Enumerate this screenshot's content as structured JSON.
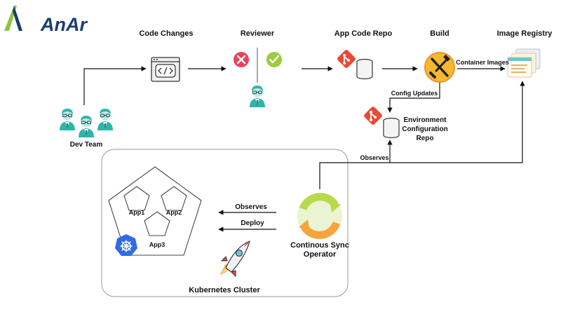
{
  "logo": {
    "text": "AnAr"
  },
  "nodes": {
    "code_changes": "Code Changes",
    "reviewer": "Reviewer",
    "app_code_repo": "App Code Repo",
    "build": "Build",
    "image_registry": "Image Registry",
    "dev_team": "Dev Team",
    "env_config_repo": [
      "Environment",
      "Configuration",
      "Repo"
    ],
    "sync_operator": [
      "Continous Sync",
      "Operator"
    ],
    "kubernetes_cluster": "Kubernetes Cluster",
    "apps": [
      "App1",
      "App2",
      "App3"
    ]
  },
  "edges": {
    "container_images": "Container Images",
    "config_updates": "Config Updates",
    "observes_repo": "Observes",
    "observes_cluster": "Observes",
    "deploy": "Deploy"
  },
  "colors": {
    "git": "#e84a36",
    "reject": "#e8425a",
    "approve": "#9ccc3a",
    "build": "#f5b82e",
    "person": "#2ab7a9",
    "k8s": "#326ce5",
    "sync_green": "#b8d94a",
    "sync_orange": "#f6a53c",
    "logo_green": "#8cc63f",
    "logo_blue": "#1a3e73"
  }
}
